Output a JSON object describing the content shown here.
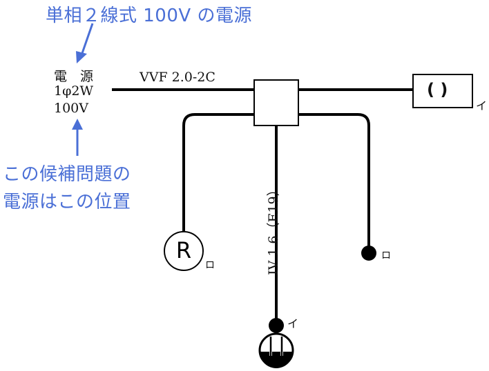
{
  "annotations": {
    "top_note": "単相２線式 100V の電源",
    "left_note_line1": "この候補問題の",
    "left_note_line2": "電源はこの位置"
  },
  "source": {
    "line1": "電　源",
    "line2": "1φ2W",
    "line3": "100V"
  },
  "cable_labels": {
    "main_cable": "VVF 2.0-2C",
    "vertical_cable": "IV 1.6（E19）"
  },
  "fixtures": {
    "ceiling_light_symbol": "(  )",
    "ceiling_light_tag": "イ",
    "receptacle_light_symbol": "R",
    "receptacle_light_tag": "ロ",
    "switch_right_tag": "ロ",
    "switch_bottom_tag": "イ"
  },
  "colors": {
    "annotation_blue": "#4a6fd6",
    "line_black": "#000000"
  }
}
